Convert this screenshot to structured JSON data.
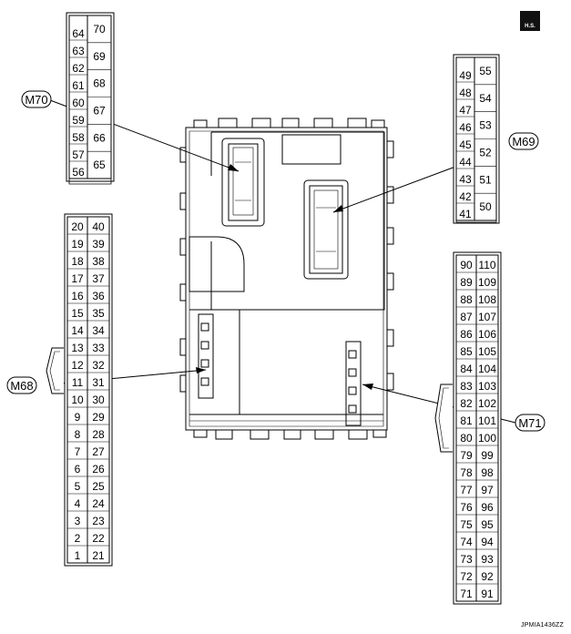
{
  "icon": {
    "name": "hs-icon",
    "text": "H.S."
  },
  "drawing_code": "JPMIA1436ZZ",
  "connectors": {
    "m70": {
      "label": "M70",
      "left": [
        "64",
        "63",
        "62",
        "61",
        "60",
        "59",
        "58",
        "57",
        "56"
      ],
      "right": [
        "70",
        "69",
        "68",
        "67",
        "66",
        "65"
      ]
    },
    "m69": {
      "label": "M69",
      "left": [
        "49",
        "48",
        "47",
        "46",
        "45",
        "44",
        "43",
        "42",
        "41"
      ],
      "right": [
        "55",
        "54",
        "53",
        "52",
        "51",
        "50"
      ]
    },
    "m68": {
      "label": "M68",
      "left": [
        "20",
        "19",
        "18",
        "17",
        "16",
        "15",
        "14",
        "13",
        "12",
        "11",
        "10",
        "9",
        "8",
        "7",
        "6",
        "5",
        "4",
        "3",
        "2",
        "1"
      ],
      "right": [
        "40",
        "39",
        "38",
        "37",
        "36",
        "35",
        "34",
        "33",
        "32",
        "31",
        "30",
        "29",
        "28",
        "27",
        "26",
        "25",
        "24",
        "23",
        "22",
        "21"
      ]
    },
    "m71": {
      "label": "M71",
      "left": [
        "90",
        "89",
        "88",
        "87",
        "86",
        "85",
        "84",
        "83",
        "82",
        "81",
        "80",
        "79",
        "78",
        "77",
        "76",
        "75",
        "74",
        "73",
        "72",
        "71"
      ],
      "right": [
        "110",
        "109",
        "108",
        "107",
        "106",
        "105",
        "104",
        "103",
        "102",
        "101",
        "100",
        "99",
        "98",
        "97",
        "96",
        "95",
        "94",
        "93",
        "92",
        "91"
      ]
    }
  }
}
